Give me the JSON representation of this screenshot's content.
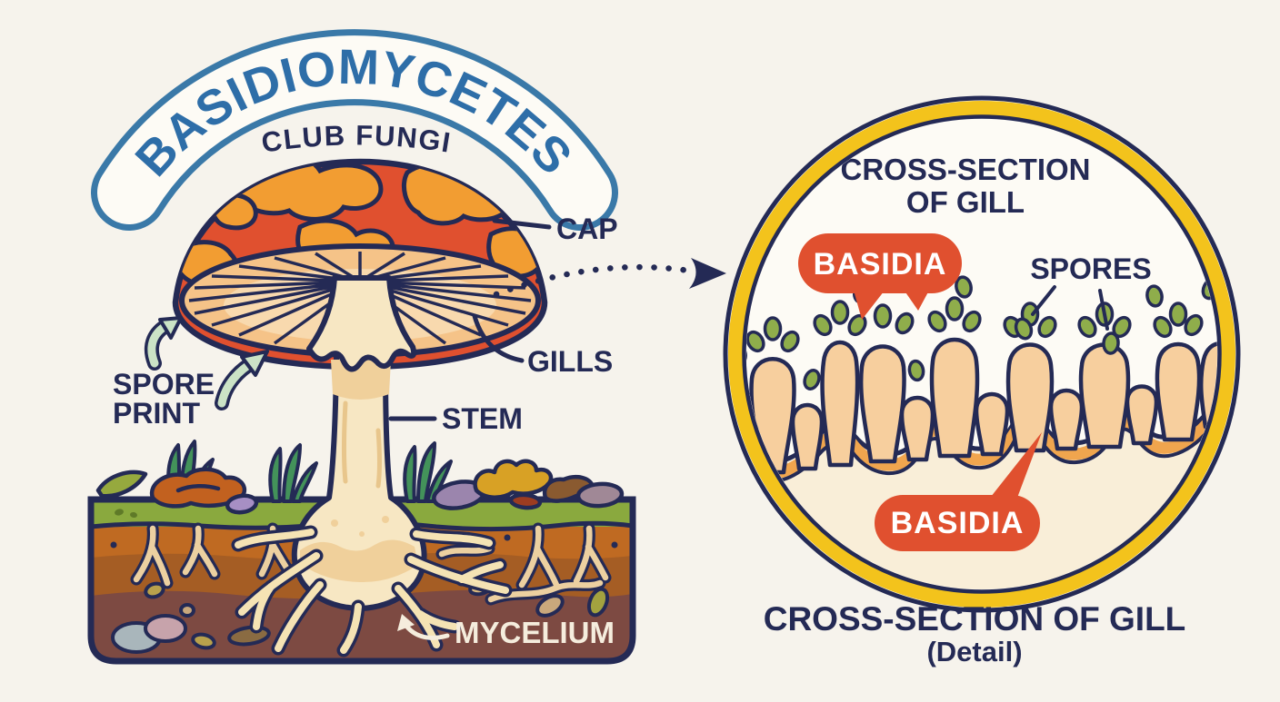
{
  "colors": {
    "bg": "#f6f3ec",
    "navy": "#242a55",
    "title_blue": "#2e6ea8",
    "banner_blue": "#3a79a8",
    "band_white": "#fdfbf5",
    "cap_red": "#e0502f",
    "cap_orange": "#f29d32",
    "gill_tan": "#f5c388",
    "gill_light": "#f8d9ae",
    "stem_cream": "#f7e7c3",
    "stem_shade": "#f0d09b",
    "root_cream": "#f5e3b4",
    "grass_green": "#8aa93e",
    "soil_top": "#bf6a22",
    "soil_mid": "#a55d24",
    "soil_bottom": "#7d4a42",
    "soil_root_tan": "#ecd0a0",
    "ring_yellow": "#f3c31c",
    "badge_red": "#e0502f",
    "spore_green": "#8fad4b",
    "basidium_peach": "#f7cf9e",
    "tissue_cream": "#f9eed8",
    "tissue_orange": "#f0a54e",
    "arrow_green": "#cbe3c6",
    "cream_text": "#f5eddd",
    "white": "#ffffff"
  },
  "banner": {
    "title": "BASIDIOMYCETES",
    "subtitle": "CLUB FUNGI"
  },
  "labels": {
    "cap": "CAP",
    "gills": "GILLS",
    "stem": "STEM",
    "spore_print_line1": "SPORE",
    "spore_print_line2": "PRINT",
    "mycelium": "MYCELIUM"
  },
  "inset": {
    "heading_line1": "CROSS-SECTION",
    "heading_line2": "OF GILL",
    "basidia_upper": "BASIDIA",
    "spores": "SPORES",
    "basidia_lower": "BASIDIA"
  },
  "caption": {
    "line1": "CROSS-SECTION OF GILL",
    "line2": "(Detail)"
  }
}
